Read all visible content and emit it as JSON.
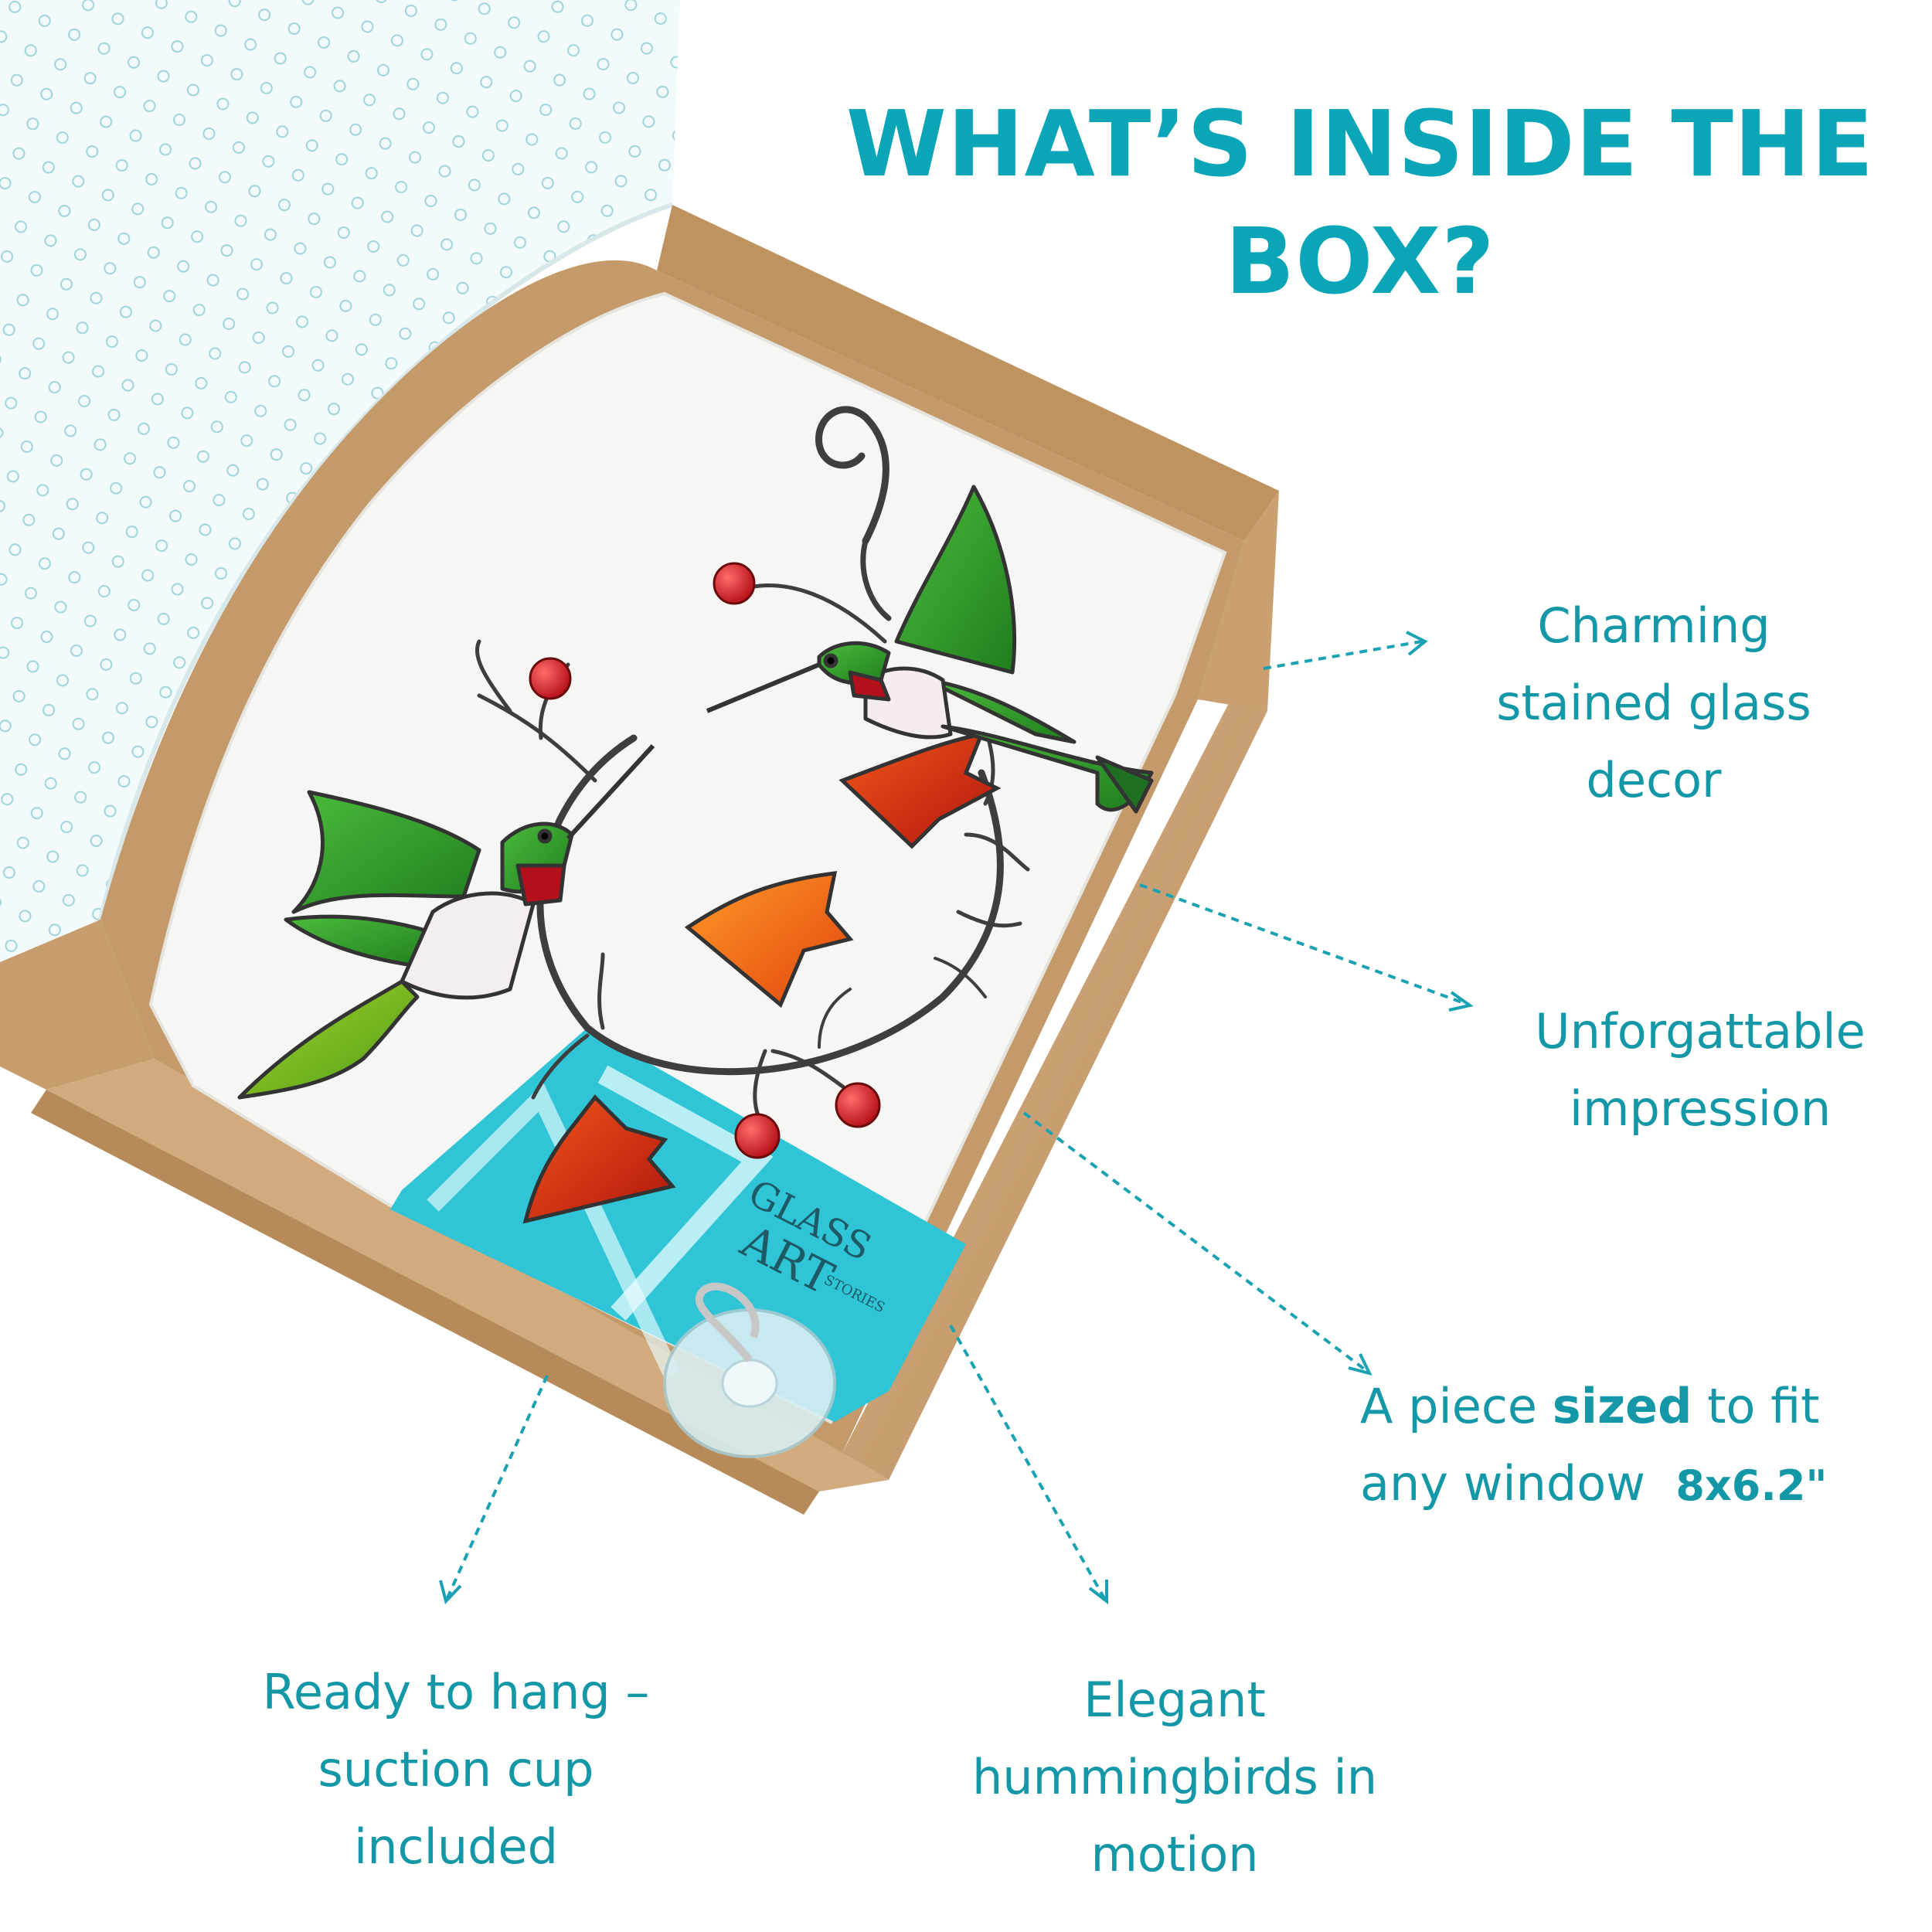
{
  "headline": {
    "line1": "WHAT’S INSIDE THE",
    "line2": "BOX?"
  },
  "callouts": {
    "decor": {
      "line1": "Charming",
      "line2": "stained glass",
      "line3": "decor"
    },
    "impression": {
      "line1": "Unforgattable",
      "line2": "impression"
    },
    "size": {
      "prefix": "A piece ",
      "bold": "sized",
      "suffix": " to fit",
      "line2": "any window",
      "dimension": "8x6.2\""
    },
    "hang": {
      "line1": "Ready to hang –",
      "line2": "suction cup",
      "line3": "included"
    },
    "birds": {
      "line1": "Elegant",
      "line2": "hummingbirds in",
      "line3": "motion"
    }
  },
  "card": {
    "brand_line1": "GLASS",
    "brand_line2": "ART",
    "brand_line3": "STORIES"
  },
  "colors": {
    "accent": "#0aa5b7",
    "callout_text": "#1497a6",
    "cardboard": "#c9a274",
    "card": "#2fc4d6",
    "glass_green": "#2f9a2a",
    "glass_red": "#c4121c",
    "glass_orange": "#f06a14"
  }
}
